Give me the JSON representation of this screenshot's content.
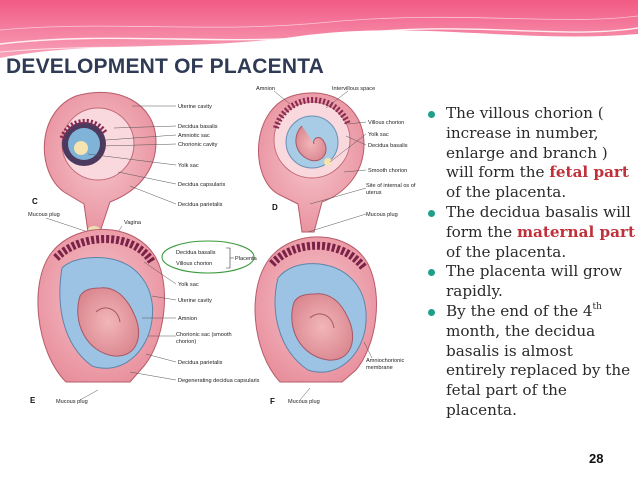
{
  "colors": {
    "banner_pink": "#ef5f86",
    "banner_light": "#f7a9be",
    "title": "#2f3b55",
    "accent": "#c0303a",
    "bullet": "#1e9f8c",
    "highlight_oval": "#3a9a3a"
  },
  "slide": {
    "title": "DEVELOPMENT OF PLACENTA",
    "page_number": "28"
  },
  "bullets": [
    {
      "before": "The villous chorion ( increase in number, enlarge and branch ) will form the ",
      "emphasis": "fetal part",
      "after": " of the placenta."
    },
    {
      "before": "The decidua basalis will form the ",
      "emphasis": "maternal part",
      "after": " of the placenta."
    },
    {
      "text": "The placenta will grow rapidly."
    },
    {
      "before": "By the end of the 4",
      "sup": "th",
      "after": " month, the decidua basalis is almost entirely replaced by the fetal part of the placenta."
    }
  ],
  "figure": {
    "panel_c": {
      "letter": "C",
      "labels": [
        "Uterine cavity",
        "Decidua basalis",
        "Amniotic sac",
        "Chorionic cavity",
        "Yolk sac",
        "Decidua capsularis",
        "Decidua parietalis",
        "Mucous plug",
        "Vagina"
      ]
    },
    "panel_d": {
      "letter": "D",
      "labels": [
        "Amnion",
        "Intervillous space",
        "Villous chorion",
        "Yolk sac",
        "Decidua basalis",
        "Smooth chorion",
        "Site of internal os of uterus",
        "Mucous plug"
      ]
    },
    "panel_e": {
      "letter": "E",
      "highlight_labels": [
        "Decidua basalis",
        "Villous chorion"
      ],
      "bracket_label": "Placenta",
      "labels": [
        "Yolk sac",
        "Uterine cavity",
        "Amnion",
        "Chorionic sac (smooth chorion)",
        "Decidua parietalis",
        "Degenerating decidua capsularis",
        "Mucous plug"
      ]
    },
    "panel_f": {
      "letter": "F",
      "labels": [
        "Amniochorionic membrane",
        "Mucous plug"
      ]
    }
  }
}
